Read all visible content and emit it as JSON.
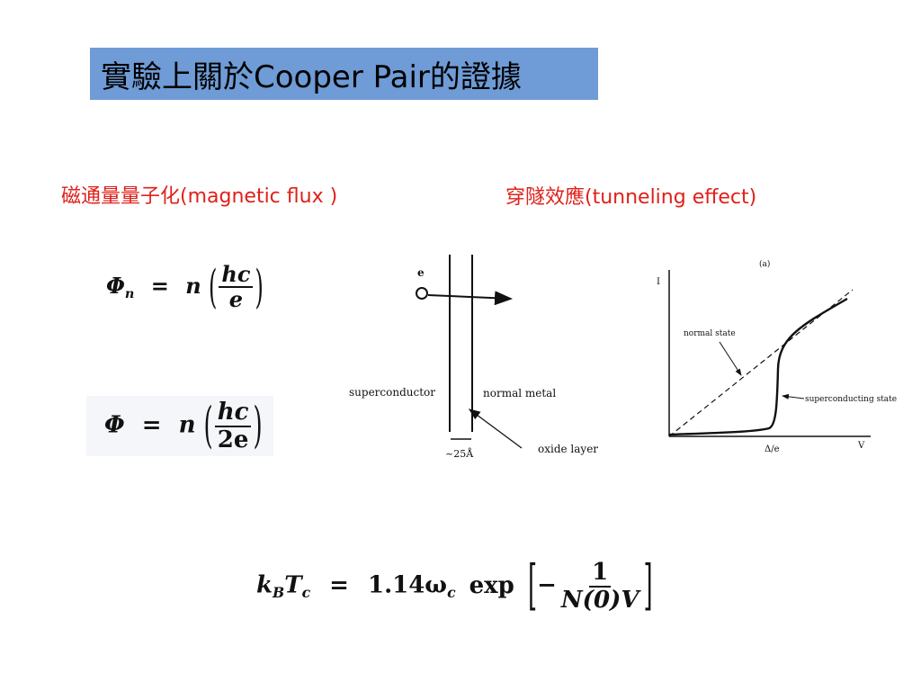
{
  "title": "實驗上關於Cooper Pair的證據",
  "flux_label": "磁通量量子化(magnetic flux )",
  "tunnel_label": "穿隧效應(tunneling effect)",
  "formula1": {
    "lhs": "Φ",
    "lhs_sub": "n",
    "eq": "=",
    "coef": "n",
    "num": "hc",
    "den": "e"
  },
  "formula2": {
    "lhs": "Φ",
    "eq": "=",
    "coef": "n",
    "num": "hc",
    "den": "2e"
  },
  "formula3": {
    "lhs_k": "k",
    "lhs_k_sub": "B",
    "lhs_t": "T",
    "lhs_t_sub": "c",
    "eq": "=",
    "coef": "1.14ω",
    "coef_sub": "c",
    "func": "exp",
    "minus": "−",
    "num": "1",
    "den": "N(0)V"
  },
  "junction_diagram": {
    "electron_label": "e",
    "left_label": "superconductor",
    "right_label": "normal metal",
    "gap_label": "~25Å",
    "oxide_label": "oxide layer"
  },
  "iv_graph": {
    "panel_label": "(a)",
    "y_axis": "I",
    "x_axis": "V",
    "x_tick": "Δ/e",
    "normal_label": "normal state",
    "super_label": "superconducting state"
  }
}
